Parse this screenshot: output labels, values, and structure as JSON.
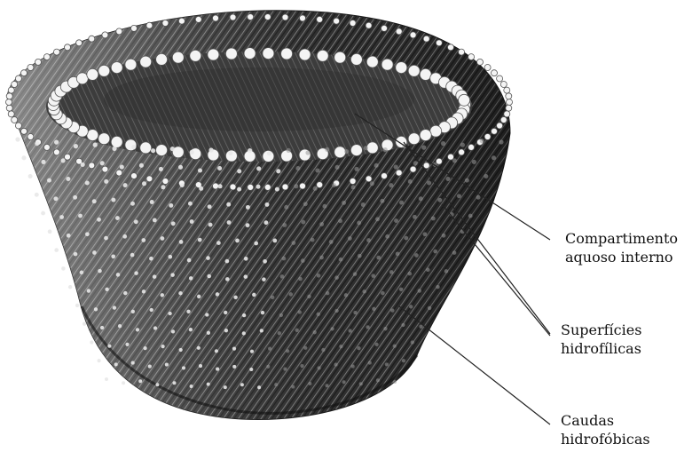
{
  "labels": {
    "internal_compartment": {
      "line1": "Compartimento",
      "line2": "aquoso interno"
    },
    "hydrophilic_surfaces": {
      "line1": "Superfícies",
      "line2": "hidrofílicas"
    },
    "hydrophobic_tails": {
      "line1": "Caudas",
      "line2": "hidrofóbicas"
    }
  },
  "colors": {
    "head_group": "#f4f4f4",
    "head_outline": "#555555",
    "tail": "#3a3a3a",
    "leader_line": "#222222"
  }
}
